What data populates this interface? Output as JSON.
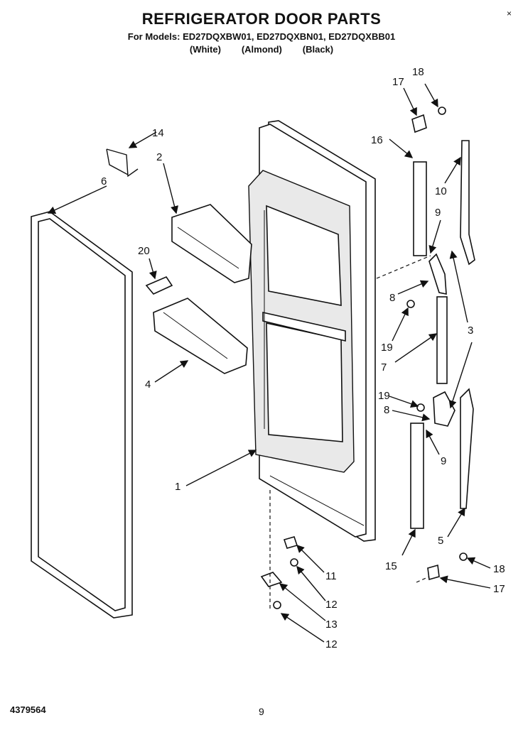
{
  "header": {
    "title": "REFRIGERATOR DOOR PARTS",
    "models_line": "For Models: ED27DQXBW01, ED27DQXBN01, ED27DQXBB01",
    "colors_line": "(White)        (Almond)        (Black)",
    "corner_mark": "×"
  },
  "footer": {
    "part_number": "4379564",
    "page_number": "9"
  },
  "callouts": {
    "c1": "1",
    "c2": "2",
    "c3": "3",
    "c4": "4",
    "c5": "5",
    "c6": "6",
    "c7": "7",
    "c8a": "8",
    "c8b": "8",
    "c9a": "9",
    "c9b": "9",
    "c10": "10",
    "c11": "11",
    "c12a": "12",
    "c12b": "12",
    "c13": "13",
    "c14": "14",
    "c15": "15",
    "c16": "16",
    "c17a": "17",
    "c17b": "17",
    "c18a": "18",
    "c18b": "18",
    "c19a": "19",
    "c19b": "19",
    "c20": "20"
  }
}
